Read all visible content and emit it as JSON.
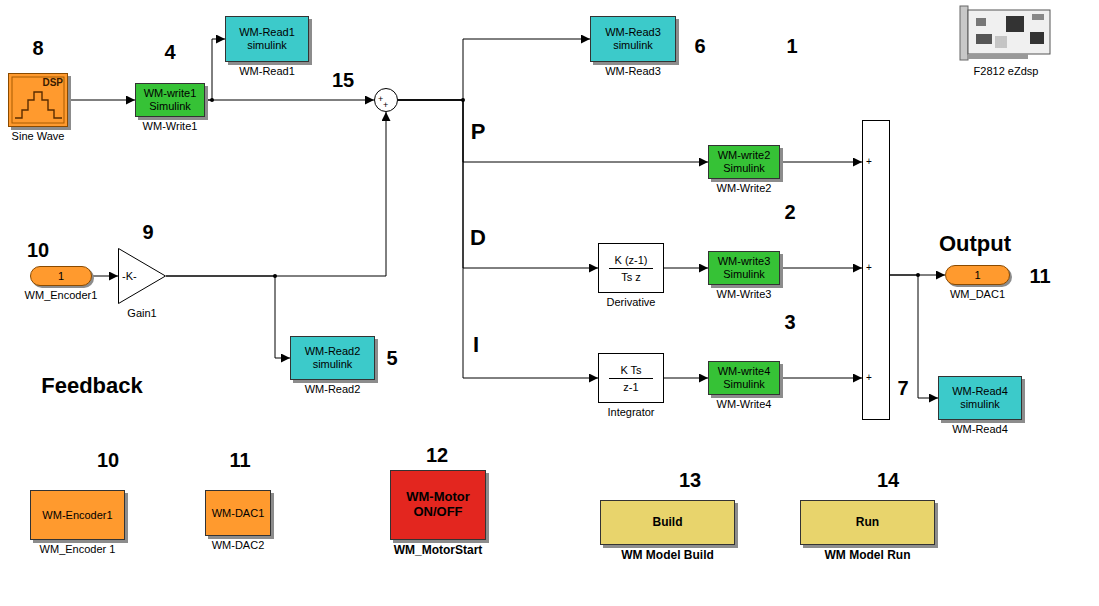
{
  "diagram": {
    "nodes": [
      {
        "text": [
          "DSP",
          "Sine Wave"
        ]
      },
      {
        "text": [
          "WM-write1 Simulink",
          "WM-Write1"
        ]
      },
      {
        "text": [
          "WM-Read1 simulink",
          "WM-Read1"
        ]
      },
      {
        "text": [
          "+",
          "+"
        ]
      },
      {
        "text": [
          "WM-Read3 simulink",
          "WM-Read3"
        ]
      },
      {
        "text": [
          "1",
          "WM_Encoder1"
        ]
      },
      {
        "text": [
          "-K-",
          "Gain1"
        ]
      },
      {
        "text": [
          "WM-Read2 simulink",
          "WM-Read2"
        ]
      },
      {
        "text": [
          "WM-write2 Simulink",
          "WM-Write2"
        ]
      },
      {
        "text": [
          "K (z-1)",
          "Ts z",
          "Derivative"
        ]
      },
      {
        "text": [
          "WM-write3 Simulink",
          "WM-Write3"
        ]
      },
      {
        "text": [
          "K Ts",
          "z-1",
          "Integrator"
        ]
      },
      {
        "text": [
          "WM-write4 Simulink",
          "WM-Write4"
        ]
      },
      {
        "text": [
          "+",
          "+",
          "+"
        ]
      },
      {
        "text": [
          "1",
          "WM_DAC1"
        ]
      },
      {
        "text": [
          "WM-Read4 simulink",
          "WM-Read4"
        ]
      },
      {
        "text": [
          "WM-Encoder1",
          "WM_Encoder 1"
        ]
      },
      {
        "text": [
          "WM-DAC1",
          "WM-DAC2"
        ]
      },
      {
        "text": [
          "WM-Motor ON/OFF",
          "WM_MotorStart"
        ]
      },
      {
        "text": [
          "Build",
          "WM Model Build"
        ]
      },
      {
        "text": [
          "Run",
          "WM Model Run"
        ]
      },
      {
        "text": [
          "F2812 eZdsp"
        ]
      }
    ],
    "edges": [
      {
        "from": 0,
        "to": 1,
        "arrow": "to"
      },
      {
        "from": 1,
        "to": 2,
        "arrow": "to"
      },
      {
        "from": 1,
        "to": 3,
        "arrow": "to"
      },
      {
        "from": 6,
        "to": 3,
        "arrow": "to"
      },
      {
        "from": 5,
        "to": 6,
        "arrow": "to"
      },
      {
        "from": 6,
        "to": 7,
        "arrow": "to"
      },
      {
        "from": 3,
        "to": 4,
        "arrow": "to"
      },
      {
        "from": 3,
        "to": 8,
        "arrow": "to"
      },
      {
        "from": 3,
        "to": 9,
        "arrow": "to"
      },
      {
        "from": 3,
        "to": 11,
        "arrow": "to"
      },
      {
        "from": 9,
        "to": 10,
        "arrow": "to"
      },
      {
        "from": 11,
        "to": 12,
        "arrow": "to"
      },
      {
        "from": 8,
        "to": 13,
        "arrow": "to"
      },
      {
        "from": 10,
        "to": 13,
        "arrow": "to"
      },
      {
        "from": 12,
        "to": 13,
        "arrow": "to"
      },
      {
        "from": 13,
        "to": 14,
        "arrow": "to"
      },
      {
        "from": 13,
        "to": 15,
        "arrow": "to"
      }
    ],
    "labels": [
      "8",
      "4",
      "15",
      "6",
      "1",
      "P",
      "2",
      "D",
      "Output",
      "11",
      "3",
      "I",
      "7",
      "10",
      "9",
      "Feedback",
      "5",
      "10",
      "11",
      "12",
      "13",
      "14"
    ]
  }
}
